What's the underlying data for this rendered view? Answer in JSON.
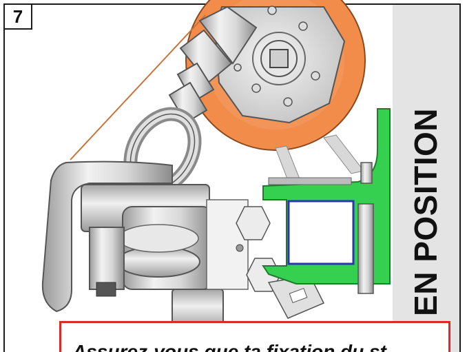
{
  "step": {
    "number": "7"
  },
  "side_panel": {
    "label": "EN POSITION"
  },
  "caption": {
    "text": "Assurez-vous que ta fixation du st"
  },
  "colors": {
    "frame": "#1a1a1a",
    "caption_border": "#d92b2b",
    "bracket": "#36d050",
    "wheel": "#f28c4a",
    "block_outline": "#2b35b0",
    "side_panel": "#e4e4e4"
  },
  "icons": [
    "technical-illustration"
  ]
}
